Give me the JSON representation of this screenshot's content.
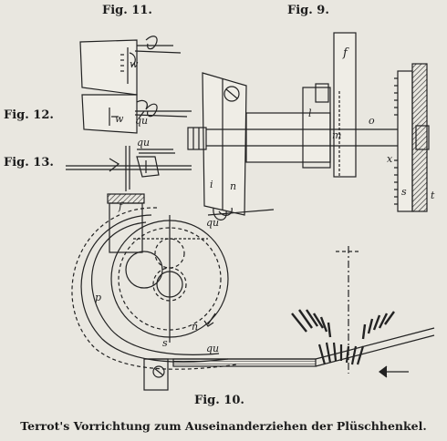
{
  "figures": {
    "fig11": "Fig. 11.",
    "fig9": "Fig. 9.",
    "fig12": "Fig. 12.",
    "fig13": "Fig. 13.",
    "fig10": "Fig. 10."
  },
  "caption": "Terrot's Vorrichtung zum Auseinanderziehen der Plüschhenkel.",
  "part_letters": {
    "w11": "w",
    "w12": "w",
    "qu12": "qu",
    "qu13": "qu",
    "f9": "f",
    "l9": "l",
    "o9": "o",
    "m9": "m",
    "x9": "x",
    "s9": "s",
    "t9": "t",
    "i9": "i",
    "n9": "n",
    "qu9": "qu",
    "f10": "f",
    "p10": "p",
    "n10": "n",
    "s10": "s",
    "qu10": "qu"
  }
}
